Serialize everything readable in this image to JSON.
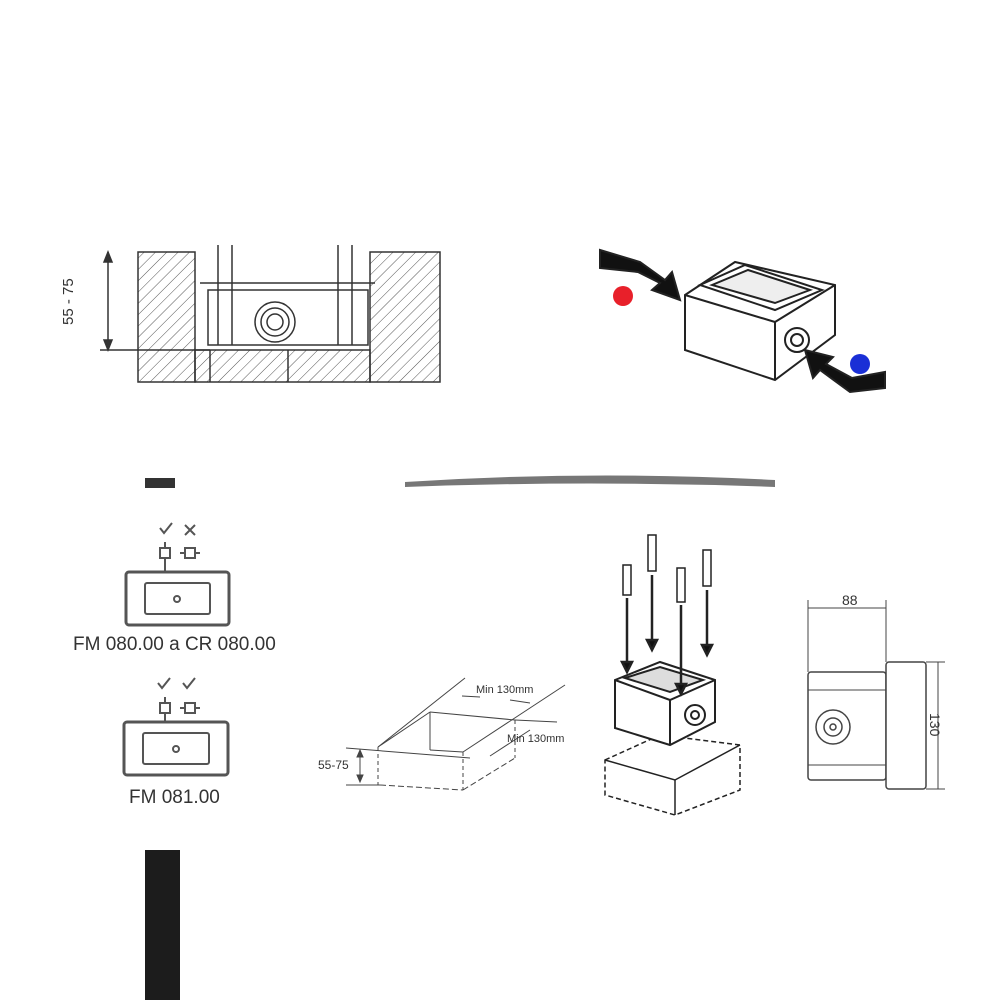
{
  "section_view": {
    "depth_label": "55 - 75"
  },
  "connection_view": {
    "hot_color": "#e8202a",
    "cold_color": "#1a2fd6"
  },
  "models": [
    {
      "label": "FM 080.00 a CR 080.00",
      "top_mark": "check",
      "side_mark": "cross"
    },
    {
      "label": "FM 081.00",
      "top_mark": "check",
      "side_mark": "check"
    }
  ],
  "cutout": {
    "depth_label": "55-75",
    "width_label": "Min 130mm",
    "length_label": "Min 130mm"
  },
  "dimensions": {
    "depth_label": "88",
    "height_label": "130"
  }
}
